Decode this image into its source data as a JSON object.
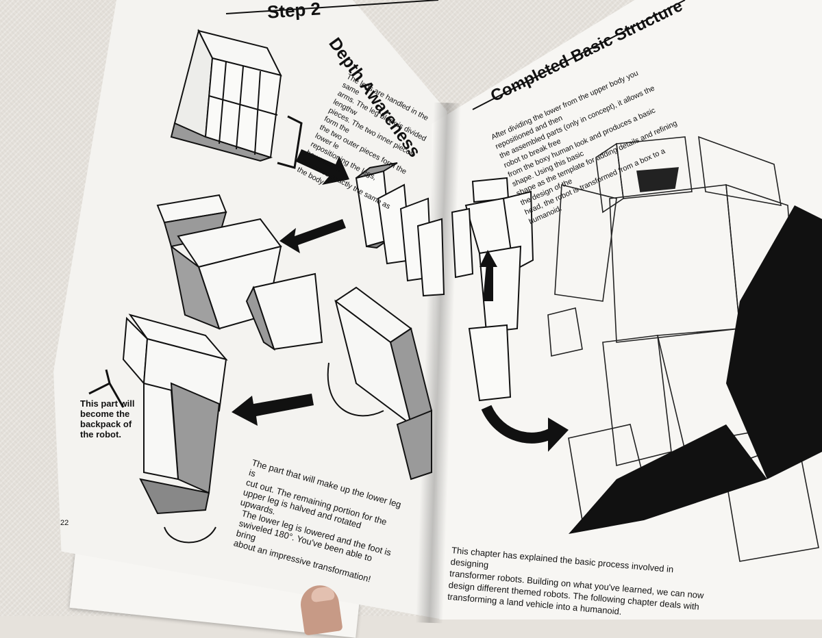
{
  "left_page": {
    "heading_step": "Step 2",
    "heading_depth": "Depth Awareness",
    "legs_paragraph": "The legs are handled in the same\narms. The leg block is divided lengthw\npieces. The two inner pieces form the\nthe two outer pieces form the lower le\nrepositioning the legs, however, th\nbecomes exactly the same as the body",
    "backpack_caption": "This part will\nbecome the\nbackpack of\nthe robot.",
    "lower_leg_caption": "The part that will make up the lower leg is\ncut out. The remaining portion for the\nupper leg is halved and rotated upwards.",
    "swivel_caption": "The lower leg is lowered and the foot is\nswiveled 180°. You've been able to bring\nabout an impressive transformation!",
    "page_number": "22"
  },
  "right_page": {
    "heading": "Completed Basic Structure",
    "intro_paragraph": "After dividing the lower from the upper body you repositioned and then\nthe assembled parts (only in concept), it allows the robot to break free\nfrom the boxy human look and produces a basic shape. Using this basic\nshape as the template for adding details and refining the design of the\nhead, the robot is transformed from a box to a humanoid.",
    "chapter_paragraph": "This chapter has explained the basic process involved in designing\ntransformer robots. Building on what you've learned, we can now\ndesign different themed robots. The following chapter deals with\ntransforming a land vehicle into a humanoid."
  },
  "colors": {
    "paper": "#f4f3f0",
    "ink": "#111111",
    "shade": "#9a9a9a",
    "wall": "#e4e0da"
  }
}
